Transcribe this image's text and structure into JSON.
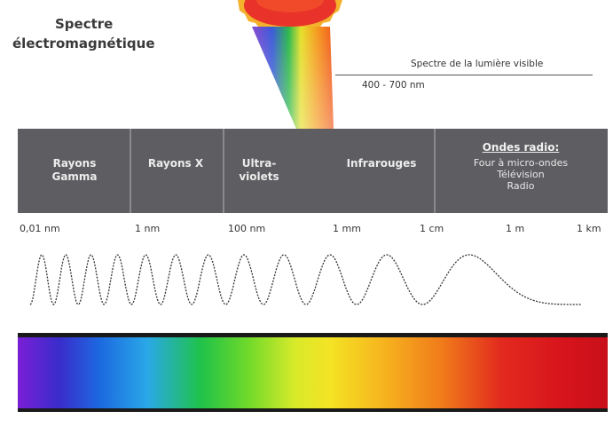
{
  "title": {
    "line1": "Spectre",
    "line2": "électromagnétique"
  },
  "visible": {
    "label": "Spectre de la lumière visible",
    "range": "400 - 700 nm"
  },
  "bands": [
    {
      "line1": "Rayons",
      "line2": "Gamma"
    },
    {
      "line1": "Rayons X",
      "line2": ""
    },
    {
      "line1": "Ultra-",
      "line2": "violets"
    },
    {
      "line1": "Infrarouges",
      "line2": ""
    }
  ],
  "radio": {
    "title": "Ondes radio:",
    "items": [
      "Four à micro-ondes",
      "Télévision",
      "Radio"
    ]
  },
  "scale": [
    "0,01 nm",
    "1 nm",
    "100 nm",
    "1 mm",
    "1 cm",
    "1 m",
    "1 km"
  ],
  "colors": {
    "band": "#5e5e62",
    "spectrum": [
      "#7a1fd6",
      "#3a2ccc",
      "#1c6ae0",
      "#1fc24a",
      "#f4e324",
      "#f07a1a",
      "#d8141c"
    ]
  },
  "icons": {
    "source": "sun-icon"
  }
}
